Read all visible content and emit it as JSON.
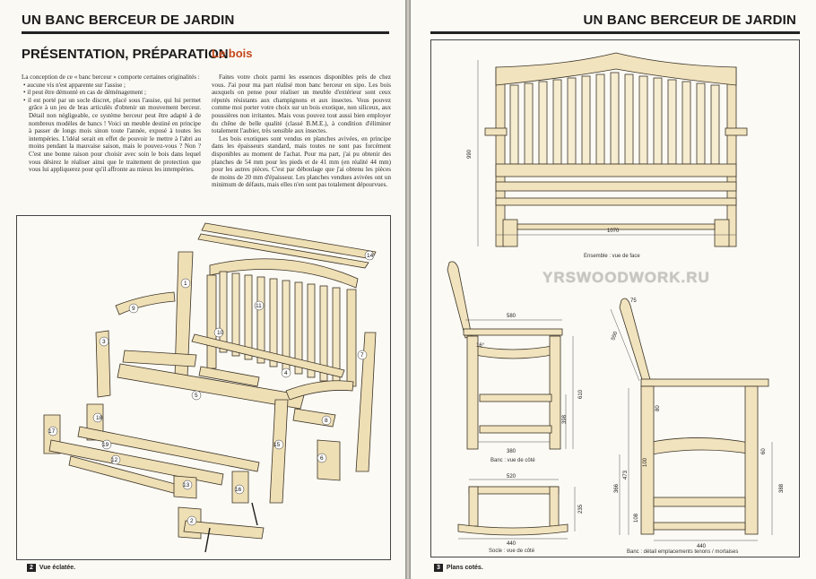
{
  "left_page": {
    "running_head": "UN BANC BERCEUR DE JARDIN",
    "section_title": "PRÉSENTATION, PRÉPARATION",
    "subsection_title": "Le bois",
    "col1": {
      "intro": "La conception de ce « banc berceur » comporte certaines originalités :",
      "bullets": [
        "aucune vis n'est apparente sur l'assise ;",
        "il peut être démonté en cas de déménagement ;",
        "il est porté par un socle discret, placé sous l'assise, qui lui permet grâce à un jeu de bras articulés d'obtenir un mouvement berceur. Détail non négligeable, ce système berceur peut être adapté à de nombreux modèles de bancs ! Voici un meuble destiné en principe à passer de longs mois sinon toute l'année, exposé à toutes les intempéries. L'idéal serait en effet de pouvoir le mettre à l'abri au moins pendant la mauvaise saison, mais le pouvez-vous ? Non ? C'est une bonne raison pour choisir avec soin le bois dans lequel vous désirez le réaliser ainsi que le traitement de protection que vous lui appliquerez pour qu'il affronte au mieux les intempéries."
      ]
    },
    "col2": [
      "Faites votre choix parmi les essences disponibles près de chez vous. J'ai pour ma part réalisé mon banc berceur en sipo. Les bois auxquels on pense pour réaliser un meuble d'extérieur sont ceux réputés résistants aux champignons et aux insectes. Vous pouvez comme moi porter votre choix sur un bois exotique, non siliceux, aux poussières non irritantes. Mais vous pouvez tout aussi bien employer du chêne de belle qualité (classé B.M.E.), à condition d'éliminer totalement l'aubier, très sensible aux insectes.",
      "Les bois exotiques sont vendus en planches avivées, en principe dans les épaisseurs standard, mais toutes ne sont pas forcément disponibles au moment de l'achat. Pour ma part, j'ai pu obtenir des planches de 54 mm pour les pieds et de 41 mm (en réalité 44 mm) pour les autres pièces. C'est par déboulage que j'ai obtenu les pièces de moins de 20 mm d'épaisseur. Les planches vendues avivées ont un minimum de défauts, mais elles n'en sont pas totalement dépourvues."
    ],
    "footer_num": "2",
    "footer_label": "Vue éclatée."
  },
  "right_page": {
    "running_head": "UN BANC BERCEUR DE JARDIN",
    "captions": {
      "front": "Ensemble : vue de face",
      "side": "Banc : vue de côté",
      "socle": "Socle : vue de côté",
      "detail": "Banc : détail emplacements tenons / mortaises"
    },
    "dims_front": {
      "height": "990",
      "width": "1070"
    },
    "dims_side": {
      "top": "580",
      "bottom": "380",
      "height": "610",
      "seat": "398",
      "angle": "16°"
    },
    "dims_socle": {
      "top": "520",
      "bottom": "440",
      "height": "235"
    },
    "dims_detail": {
      "back": "550",
      "d1": "80",
      "d2": "100",
      "d3": "473",
      "d4": "366",
      "d5": "108",
      "d6": "440",
      "d7": "388",
      "d8": "60",
      "d9": "75"
    },
    "watermark": "YRSWOODWORK.RU",
    "footer_num": "3",
    "footer_label": "Plans cotés."
  },
  "exploded_labels": [
    "1",
    "2",
    "3",
    "4",
    "5",
    "6",
    "7",
    "8",
    "9",
    "10",
    "11",
    "12",
    "13",
    "14",
    "15",
    "16",
    "17",
    "18",
    "19"
  ],
  "colors": {
    "wood": "#efdfb5",
    "wood_dark": "#c9b077",
    "line": "#3a3326",
    "accent": "#c4471b"
  }
}
